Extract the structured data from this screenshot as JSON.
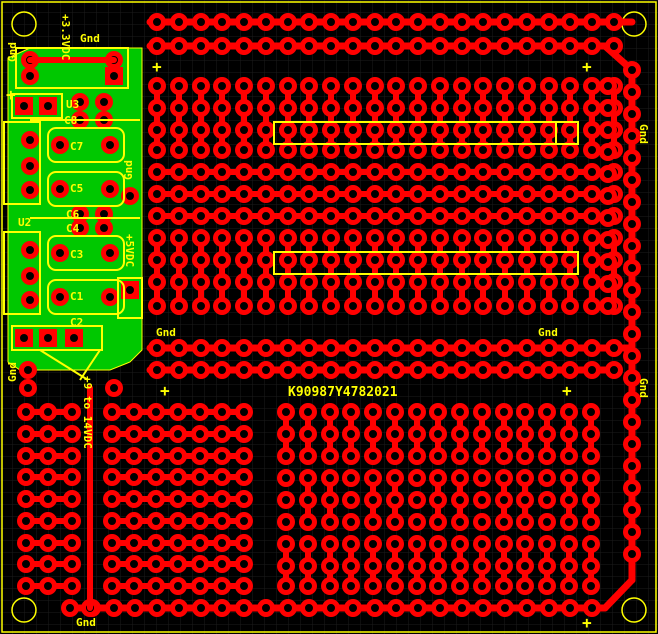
{
  "board": {
    "colors": {
      "background": "#000000",
      "grid": "#1c1c1c",
      "copper": "#ff0000",
      "copper_pour": "#00c800",
      "silkscreen": "#ffff00",
      "outline": "#ffff00"
    },
    "labels": {
      "gnd_top": "Gnd",
      "gnd_left": "Gnd",
      "gnd_right_top": "Gnd",
      "gnd_mid_left": "Gnd",
      "gnd_mid_right": "Gnd",
      "gnd_right_bottom": "Gnd",
      "gnd_bottom_left": "Gnd",
      "gnd_reg": "Gnd",
      "gnd_lower_left": "Gnd",
      "v33": "+3.3VDC",
      "v5": "+5VDC",
      "v9": "+9 to 14VDC",
      "board_id": "K90987Y4782021",
      "u3": "U3",
      "u2": "U2",
      "c8": "C8",
      "c7": "C7",
      "c6": "C6",
      "c5": "C5",
      "c4": "C4",
      "c3": "C3",
      "c2": "C2",
      "c1": "C1",
      "plus": "+"
    }
  }
}
